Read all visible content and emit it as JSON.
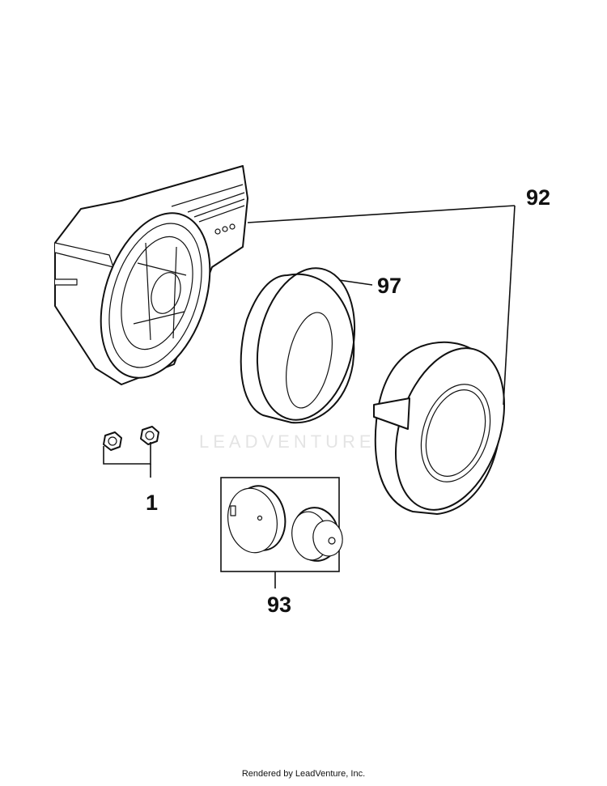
{
  "diagram": {
    "callouts": [
      {
        "id": "1",
        "label": "1"
      },
      {
        "id": "92",
        "label": "92"
      },
      {
        "id": "93",
        "label": "93"
      },
      {
        "id": "97",
        "label": "97"
      }
    ],
    "watermark": "LEADVENTURE",
    "footer": "Rendered by LeadVenture, Inc."
  },
  "colors": {
    "line": "#111111",
    "watermark": "#e4e4e4",
    "background": "#ffffff"
  }
}
